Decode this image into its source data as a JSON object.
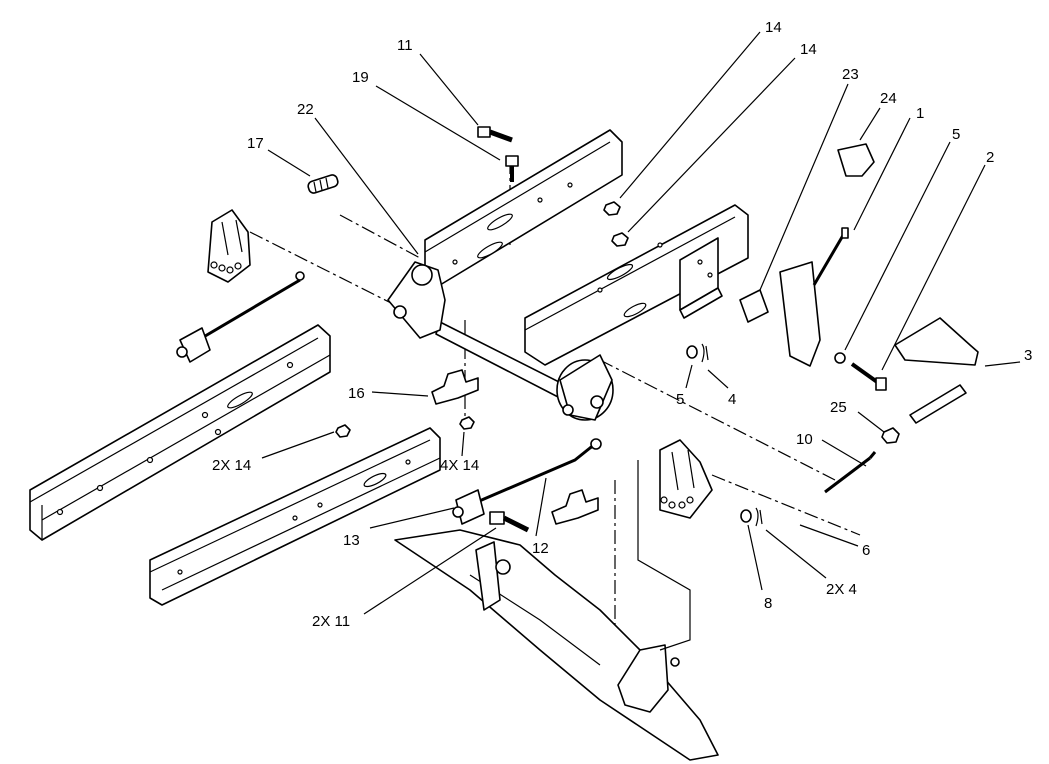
{
  "diagram": {
    "callouts": [
      {
        "id": "c11",
        "text": "11"
      },
      {
        "id": "c19",
        "text": "19"
      },
      {
        "id": "c22",
        "text": "22"
      },
      {
        "id": "c17",
        "text": "17"
      },
      {
        "id": "c14a",
        "text": "14"
      },
      {
        "id": "c14b",
        "text": "14"
      },
      {
        "id": "c23",
        "text": "23"
      },
      {
        "id": "c24",
        "text": "24"
      },
      {
        "id": "c1",
        "text": "1"
      },
      {
        "id": "c5a",
        "text": "5"
      },
      {
        "id": "c2",
        "text": "2"
      },
      {
        "id": "c3",
        "text": "3"
      },
      {
        "id": "c16",
        "text": "16"
      },
      {
        "id": "c5b",
        "text": "5"
      },
      {
        "id": "c4",
        "text": "4"
      },
      {
        "id": "c25",
        "text": "25"
      },
      {
        "id": "c10",
        "text": "10"
      },
      {
        "id": "c2x14",
        "text": "2X 14"
      },
      {
        "id": "c4x14",
        "text": "4X 14"
      },
      {
        "id": "c6",
        "text": "6"
      },
      {
        "id": "c13",
        "text": "13"
      },
      {
        "id": "c12",
        "text": "12"
      },
      {
        "id": "c8",
        "text": "8"
      },
      {
        "id": "c2x4",
        "text": "2X 4"
      },
      {
        "id": "c2x11",
        "text": "2X 11"
      }
    ]
  }
}
